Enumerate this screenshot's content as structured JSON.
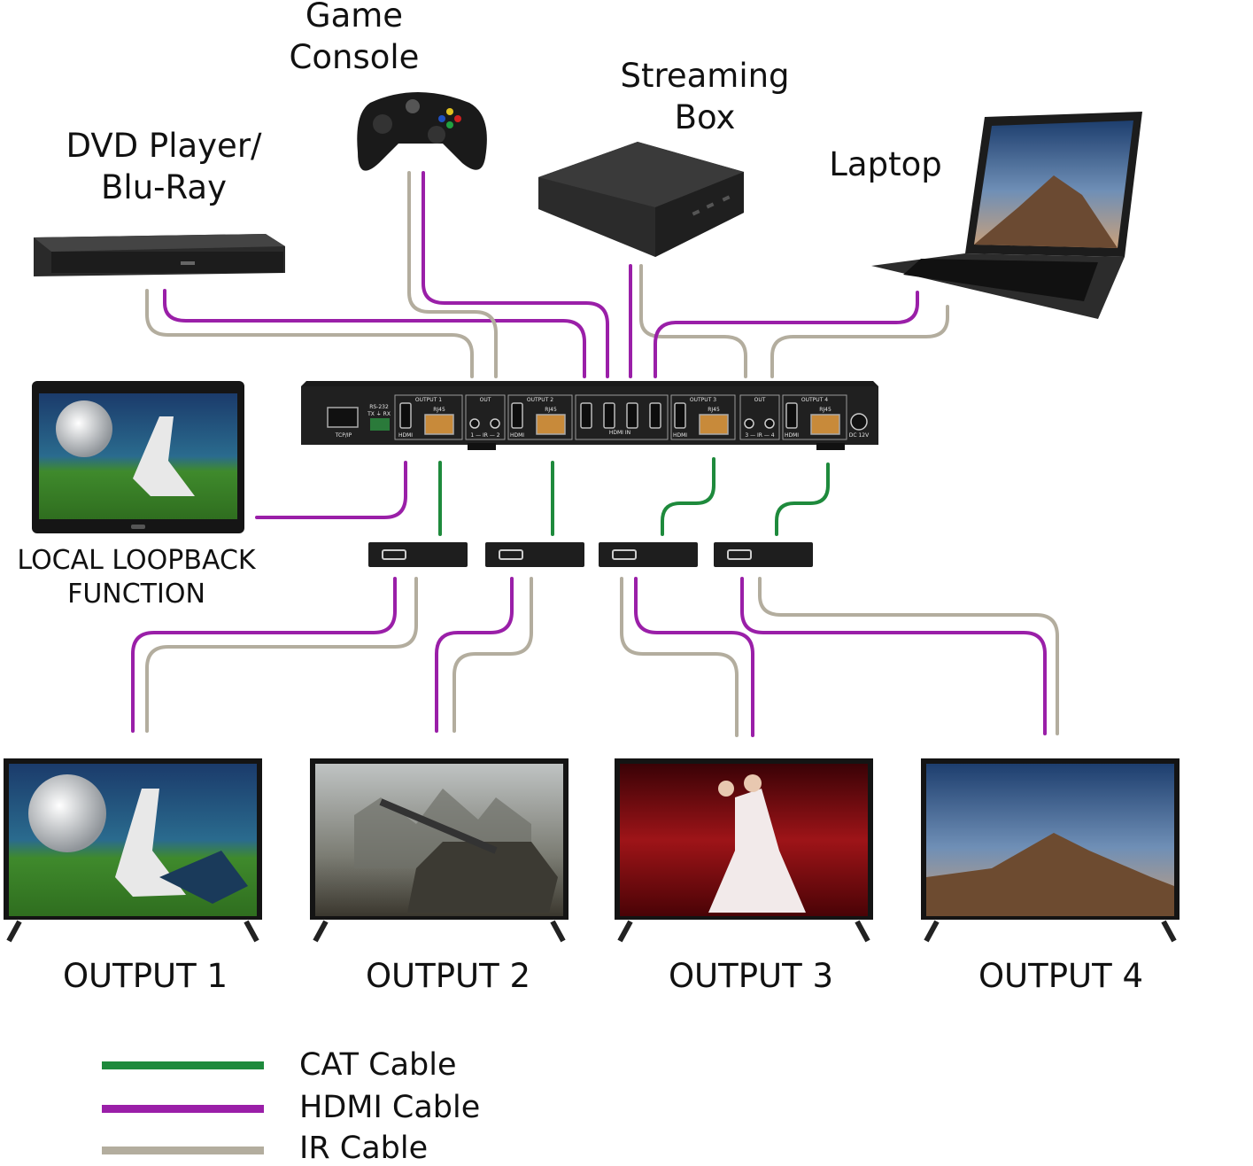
{
  "sources": {
    "game_console": "Game\nConsole",
    "streaming_box": "Streaming\nBox",
    "dvd_player": "DVD Player/\nBlu-Ray",
    "laptop": "Laptop"
  },
  "loopback": "LOCAL LOOPBACK\nFUNCTION",
  "switch_panel": {
    "output_1": "OUTPUT 1",
    "out_a": "OUT",
    "output_2": "OUTPUT 2",
    "output_3": "OUTPUT 3",
    "out_b": "OUT",
    "output_4": "OUTPUT 4",
    "rs232": "RS-232",
    "txrx": "TX ⏚ RX",
    "tcpip": "TCP/IP",
    "rj45": "RJ45",
    "hdmi": "HDMI",
    "ir12": "1 — IR — 2",
    "ir34": "3 — IR — 4",
    "hdmi_in": "HDMI IN",
    "dc": "DC 12V"
  },
  "outputs": [
    "OUTPUT 1",
    "OUTPUT 2",
    "OUTPUT 3",
    "OUTPUT 4"
  ],
  "legend": [
    {
      "label": "CAT Cable",
      "color": "#1e8a3c"
    },
    {
      "label": "HDMI Cable",
      "color": "#9a1fa8"
    },
    {
      "label": "IR Cable",
      "color": "#b3ad9e"
    }
  ],
  "colors": {
    "cat": "#1e8a3c",
    "hdmi": "#9a1fa8",
    "ir": "#b3ad9e"
  }
}
